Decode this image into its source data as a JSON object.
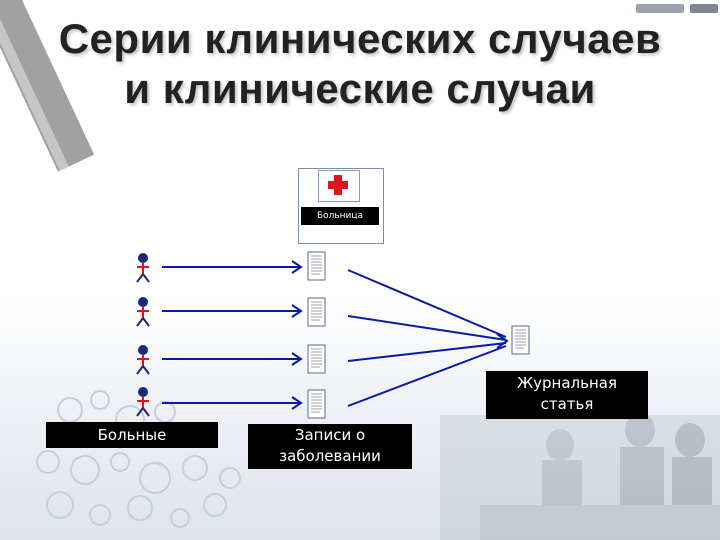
{
  "slide": {
    "title_line1": "Серии клинических случаев",
    "title_line2": "и клинические случаи"
  },
  "diagram": {
    "hospital_label": "Больница",
    "patients_label": "Больные",
    "records_label_line1": "Записи о",
    "records_label_line2": "заболевании",
    "article_label_line1": "Журнальная",
    "article_label_line2": "статья"
  },
  "colors": {
    "arrow": "#0a1aa6",
    "cross": "#e0141e",
    "label_bg": "#000000"
  },
  "icons": [
    "patient-figure-icon",
    "medical-record-icon",
    "hospital-cross-icon",
    "journal-article-icon"
  ]
}
